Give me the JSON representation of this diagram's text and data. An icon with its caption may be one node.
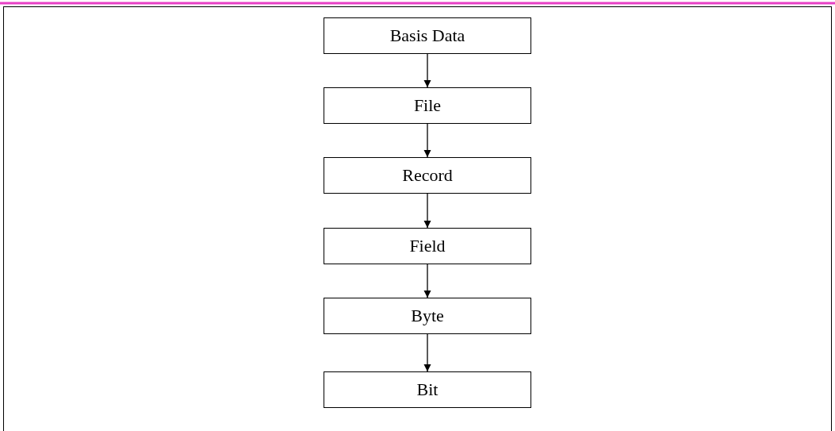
{
  "diagram": {
    "nodes": [
      {
        "text": [
          "Basis Data"
        ]
      },
      {
        "text": [
          "File"
        ]
      },
      {
        "text": [
          "Record"
        ]
      },
      {
        "text": [
          "Field"
        ]
      },
      {
        "text": [
          "Byte"
        ]
      },
      {
        "text": [
          "Bit"
        ]
      }
    ],
    "edges": [
      {
        "from": 0,
        "to": 1,
        "arrow": "to"
      },
      {
        "from": 1,
        "to": 2,
        "arrow": "to"
      },
      {
        "from": 2,
        "to": 3,
        "arrow": "to"
      },
      {
        "from": 3,
        "to": 4,
        "arrow": "to"
      },
      {
        "from": 4,
        "to": 5,
        "arrow": "to"
      }
    ]
  }
}
